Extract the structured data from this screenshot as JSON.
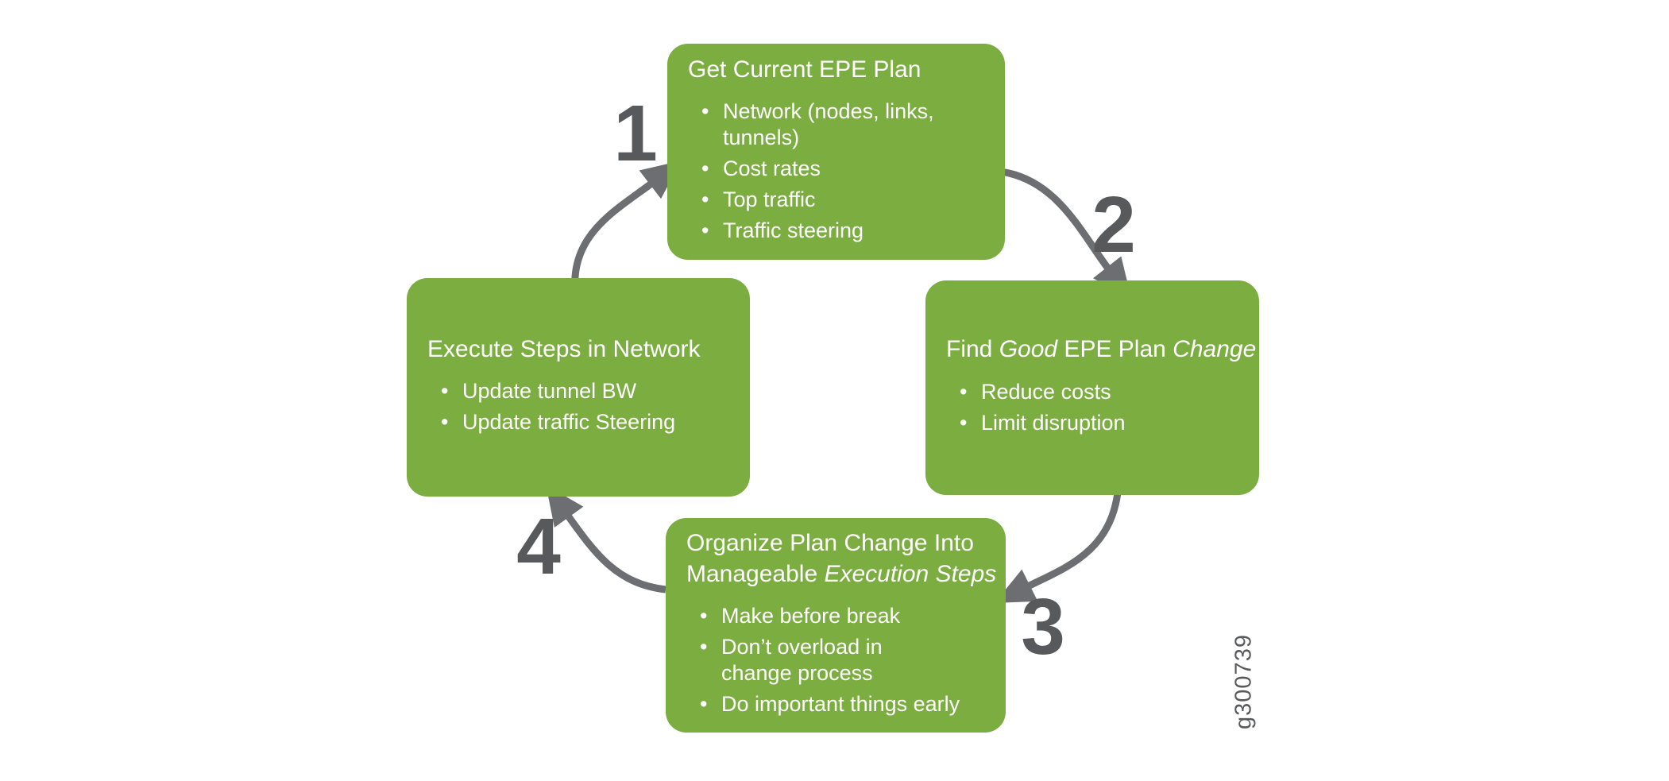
{
  "figure_label": "g300739",
  "colors": {
    "box": "#7CAD41",
    "box_text": "#FFFFFF",
    "arrow": "#6D6E71",
    "number": "#58595B"
  },
  "steps": [
    {
      "number": "1",
      "title": [
        {
          "text": "Get Current EPE Plan"
        }
      ],
      "bullets": [
        "Network (nodes, links,\ntunnels)",
        "Cost rates",
        "Top traffic",
        "Traffic steering"
      ]
    },
    {
      "number": "2",
      "title": [
        {
          "text": "Find "
        },
        {
          "text": "Good",
          "italic": true
        },
        {
          "text": " EPE Plan "
        },
        {
          "text": "Change",
          "italic": true
        }
      ],
      "bullets": [
        "Reduce costs",
        "Limit disruption"
      ]
    },
    {
      "number": "3",
      "title": [
        {
          "text": "Organize Plan Change Into"
        },
        {
          "br": true
        },
        {
          "text": "Manageable "
        },
        {
          "text": "Execution Steps",
          "italic": true
        }
      ],
      "bullets": [
        "Make before break",
        "Don’t overload in\nchange process",
        "Do important things early"
      ]
    },
    {
      "number": "4",
      "title": [
        {
          "text": "Execute Steps in Network"
        }
      ],
      "bullets": [
        "Update tunnel BW",
        "Update traffic Steering"
      ]
    }
  ]
}
